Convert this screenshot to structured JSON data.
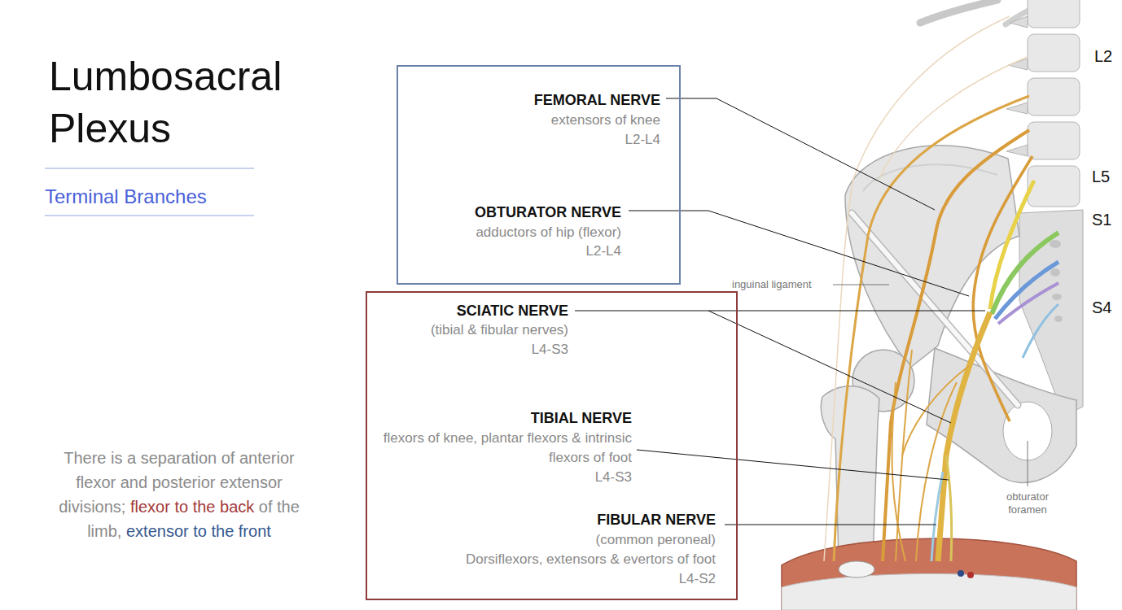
{
  "diagram": {
    "title": "Lumbosacral Plexus",
    "nodes": [
      {
        "text": [
          "FEMORAL NERVE",
          "extensors of knee",
          "L2-L4",
          "OBTURATOR NERVE",
          "adductors of hip (flexor)",
          "L2-L4"
        ]
      },
      {
        "text": [
          "SCIATIC NERVE",
          "(tibial & fibular nerves)",
          "L4-S3",
          "TIBIAL NERVE",
          "flexors of knee, plantar flexors & intrinsic flexors of foot",
          "L4-S3",
          "FIBULAR NERVE",
          "(common peroneal)",
          "Dorsiflexors, extensors & evertors of foot",
          "L4-S2"
        ]
      }
    ],
    "labels": [
      "Terminal Branches",
      "L2",
      "L5",
      "S1",
      "S4",
      "inguinal ligament",
      "obturator foramen",
      "There is a separation of anterior flexor and posterior extensor divisions;",
      "flexor to the back",
      "of the limb,",
      "extensor to the front"
    ]
  }
}
